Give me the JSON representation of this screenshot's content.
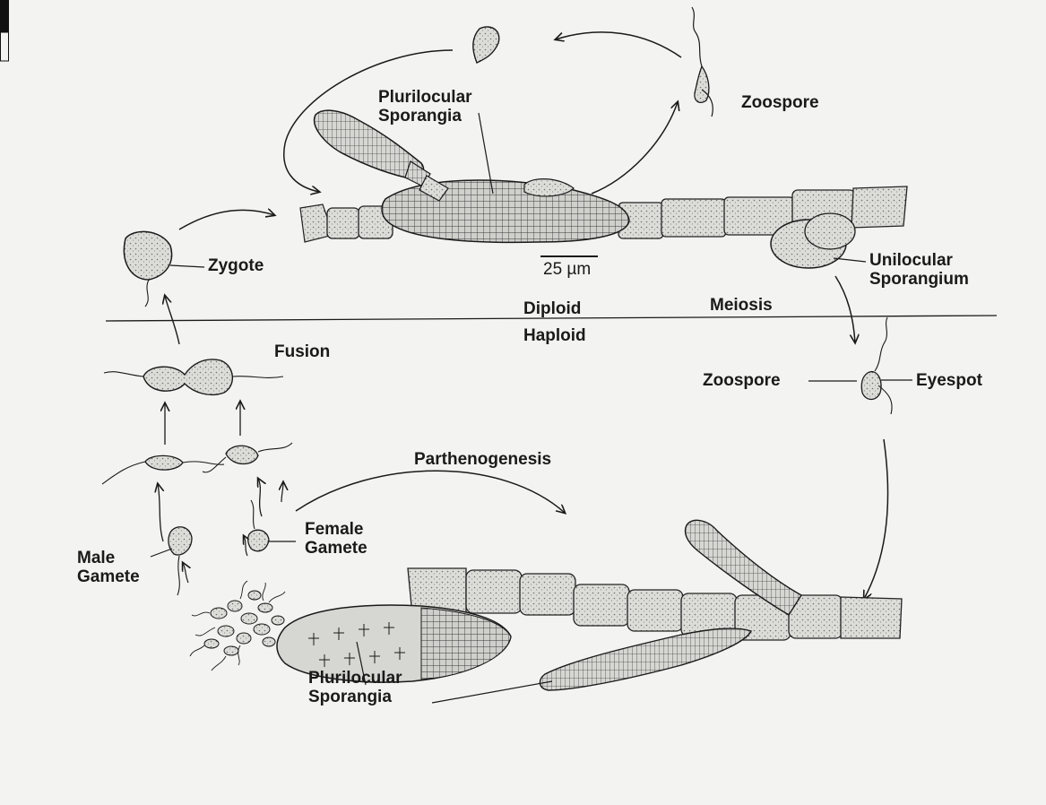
{
  "labels": {
    "plurilocular_top": [
      "Plurilocular",
      "Sporangia"
    ],
    "zoospore_top": "Zoospore",
    "scale_bar": "25 µm",
    "zygote": "Zygote",
    "unilocular": [
      "Unilocular",
      "Sporangium"
    ],
    "diploid": "Diploid",
    "haploid": "Haploid",
    "meiosis": "Meiosis",
    "fusion": "Fusion",
    "zoospore_mid": "Zoospore",
    "eyespot": "Eyespot",
    "parthenogenesis": "Parthenogenesis",
    "female_gamete": [
      "Female",
      "Gamete"
    ],
    "male_gamete": [
      "Male",
      "Gamete"
    ],
    "plurilocular_bottom": [
      "Plurilocular",
      "Sporangia"
    ]
  },
  "colors": {
    "background": "#f3f3f1",
    "ink": "#1a1a1a",
    "stipple": "#7a7a78",
    "cell_fill": "#d9d9d6"
  }
}
